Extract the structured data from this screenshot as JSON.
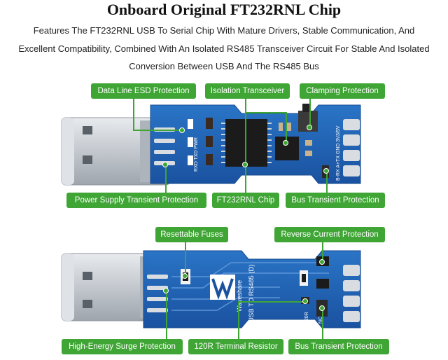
{
  "header": {
    "title": "Onboard Original FT232RNL Chip",
    "desc_line1": "Features The FT232RNL USB To Serial Chip With Mature Drivers, Stable Communication, And",
    "desc_line2": "Excellent Compatibility, Combined With An Isolated RS485 Transceiver Circuit For Stable And Isolated",
    "desc_line3": "Conversion Between USB And The RS485 Bus"
  },
  "top_board": {
    "labels": {
      "esd": "Data Line ESD Protection",
      "isolation": "Isolation Transceiver",
      "clamping": "Clamping Protection",
      "power_transient": "Power Supply Transient Protection",
      "chip": "FT232RNL Chip",
      "bus_transient": "Bus Transient Protection"
    },
    "silkscreen": {
      "leds": "RXD TXD PWR",
      "pins": "B-RX A+TX GND 3V3/5V"
    }
  },
  "bottom_board": {
    "labels": {
      "fuses": "Resettable Fuses",
      "reverse": "Reverse Current Protection",
      "surge": "High-Energy Surge Protection",
      "terminal": "120R Terminal Resistor",
      "bus_transient": "Bus Transient Protection"
    },
    "silkscreen": {
      "brand": "Waveshare",
      "product": "USB TO RS485 (D)",
      "r120": "120R",
      "nc": "NC"
    }
  },
  "colors": {
    "label_green": "#3fa535",
    "pcb_blue": "#1e5fb0",
    "usb_metal": "#c9ced4"
  }
}
